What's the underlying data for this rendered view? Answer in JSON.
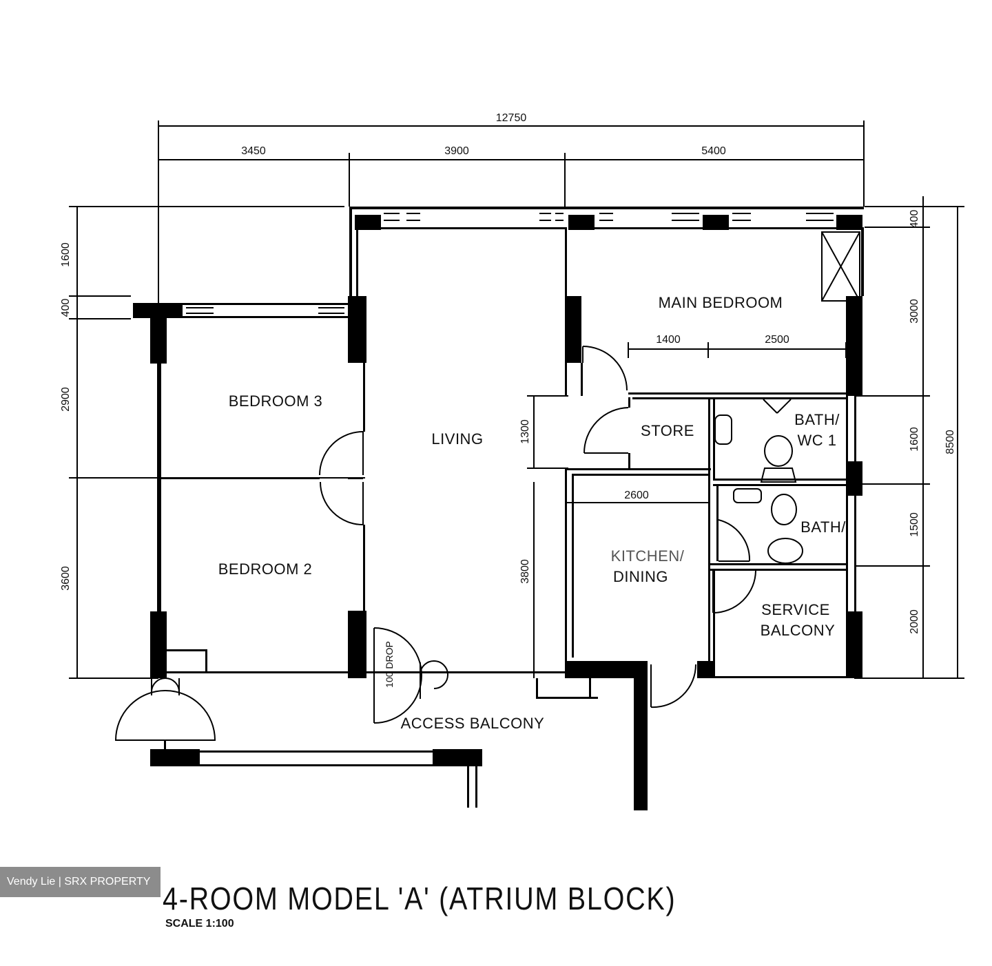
{
  "watermark": "Vendy Lie | SRX PROPERTY",
  "title": "4-ROOM MODEL 'A' (ATRIUM BLOCK)",
  "scale": "SCALE  1:100",
  "dimensions": {
    "top_total": "12750",
    "top_left": "3450",
    "top_mid": "3900",
    "top_right": "5400",
    "left_a": "1600",
    "left_b": "400",
    "left_c": "2900",
    "left_d": "3600",
    "right_a": "400",
    "right_b": "3000",
    "right_c": "1600",
    "right_d": "1500",
    "right_e": "2000",
    "right_total": "8500",
    "inner_1400": "1400",
    "inner_2500": "2500",
    "inner_1300": "1300",
    "inner_2600": "2600",
    "inner_3800": "3800"
  },
  "rooms": {
    "main_bedroom": "MAIN BEDROOM",
    "bedroom3": "BEDROOM 3",
    "bedroom2": "BEDROOM 2",
    "living": "LIVING",
    "store": "STORE",
    "bath1_l1": "BATH/",
    "bath1_l2": "WC 1",
    "bath2": "BATH/",
    "kitchen_l1": "KITCHEN/",
    "kitchen_l2": "DINING",
    "service_l1": "SERVICE",
    "service_l2": "BALCONY",
    "access_balcony": "ACCESS BALCONY",
    "drop_note": "100 DROP"
  }
}
